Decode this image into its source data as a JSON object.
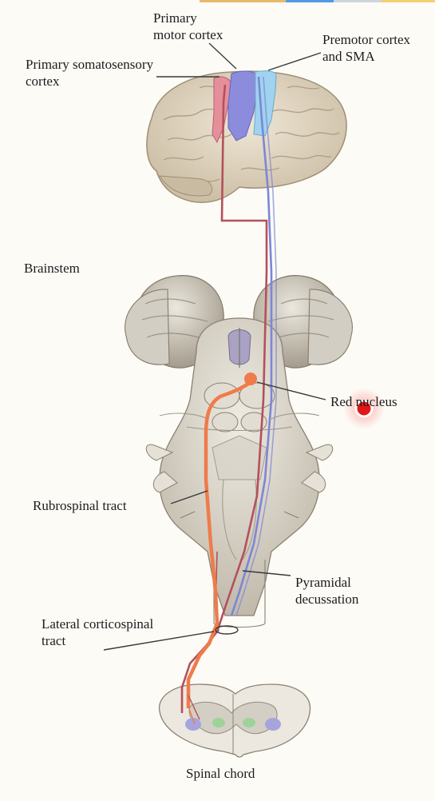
{
  "labels": {
    "primary_motor": [
      "Primary",
      "motor cortex"
    ],
    "premotor": [
      "Premotor cortex",
      "and SMA"
    ],
    "somatosensory": [
      "Primary somatosensory",
      "cortex"
    ],
    "brainstem": "Brainstem",
    "red_nucleus": "Red nucleus",
    "rubrospinal": "Rubrospinal tract",
    "pyramidal": [
      "Pyramidal",
      "decussation"
    ],
    "lateral_cs": [
      "Lateral corticospinal",
      "tract"
    ],
    "spinal_cord": "Spinal chord"
  },
  "colors": {
    "motor": "#8c8cdd",
    "premotor": "#9fd3ef",
    "somatosensory": "#e58f9b",
    "corticospinal_red": "#b4505c",
    "corticospinal_blue": "#7d86d6",
    "rubrospinal": "#ef7b4b",
    "pointer": "#e01818"
  }
}
